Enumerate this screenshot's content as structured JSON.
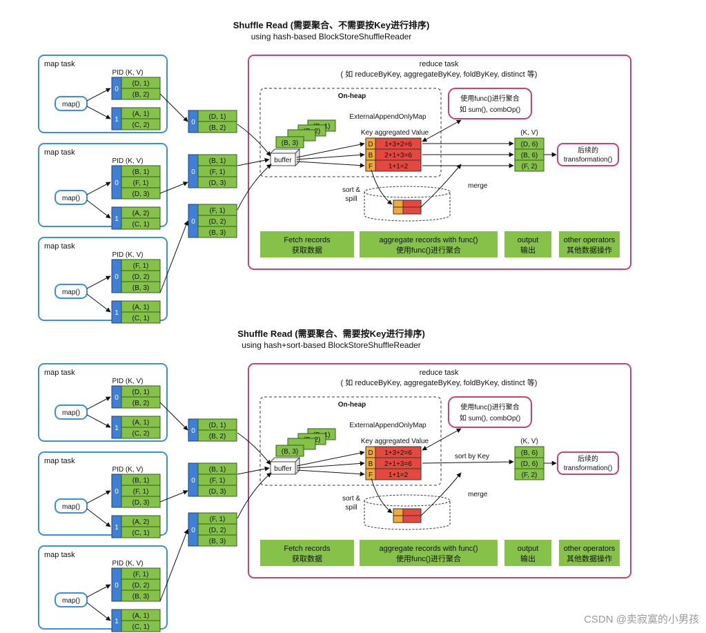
{
  "diagrams": [
    {
      "title": "Shuffle Read (需要聚合、不需要按Key进行排序)",
      "subtitle": "using hash-based BlockStoreShuffleReader",
      "map_tasks": [
        {
          "label": "map task",
          "pid_header": "PID  (K, V)",
          "map_button": "map()",
          "partitions": [
            {
              "pid": "0",
              "records": [
                "(D, 1)",
                "(B, 2)"
              ]
            },
            {
              "pid": "1",
              "records": [
                "(A, 1)",
                "(C, 2)"
              ]
            }
          ]
        },
        {
          "label": "map task",
          "pid_header": "PID  (K, V)",
          "map_button": "map()",
          "partitions": [
            {
              "pid": "0",
              "records": [
                "(B, 1)",
                "(F, 1)",
                "(D, 3)"
              ]
            },
            {
              "pid": "1",
              "records": [
                "(A, 2)",
                "(C, 1)"
              ]
            }
          ]
        },
        {
          "label": "map task",
          "pid_header": "PID  (K, V)",
          "map_button": "map()",
          "partitions": [
            {
              "pid": "0",
              "records": [
                "(F, 1)",
                "(D, 2)",
                "(B, 3)"
              ]
            },
            {
              "pid": "1",
              "records": [
                "(A, 1)",
                "(C, 1)"
              ]
            }
          ]
        }
      ],
      "fetched_blocks": [
        {
          "pid": "0",
          "records": [
            "(D, 1)",
            "(B, 2)"
          ]
        },
        {
          "pid": "0",
          "records": [
            "(B, 1)",
            "(F, 1)",
            "(D, 3)"
          ]
        },
        {
          "pid": "0",
          "records": [
            "(F, 1)",
            "(D, 2)",
            "(B, 3)"
          ]
        }
      ],
      "reduce": {
        "title": "reduce task",
        "subtitle": "( 如 reduceByKey, aggregateByKey, foldByKey, distinct 等)",
        "onheap_label": "On-heap",
        "map_label": "ExternalAppendOnlyMap",
        "kav_label": "Key aggregated Value",
        "stack_records": [
          "(D, 1)",
          "(B, 2)",
          "...",
          "(B, 3)"
        ],
        "buffer_label": "buffer",
        "agg_rows": [
          {
            "key": "D",
            "value": "1+3+2=6"
          },
          {
            "key": "B",
            "value": "2+1+3=6"
          },
          {
            "key": "F",
            "value": "1+1=2"
          }
        ],
        "func_note_1": "使用func()进行聚合",
        "func_note_2": "如 sum(), combOp()",
        "output_header": "(K, V)",
        "output_records": [
          "(D, 6)",
          "(B, 6)",
          "(F, 2)"
        ],
        "next_label_1": "后续的",
        "next_label_2": "transformation()",
        "spill_label_1": "sort &",
        "spill_label_2": "spill",
        "merge_label": "merge",
        "sort_by_key_label": "",
        "stages": [
          {
            "line1": "Fetch records",
            "line2": "获取数据"
          },
          {
            "line1": "aggregate records with func()",
            "line2": "使用func()进行聚合"
          },
          {
            "line1": "output",
            "line2": "输出"
          },
          {
            "line1": "other operators",
            "line2": "其他数据操作"
          }
        ]
      }
    },
    {
      "title": "Shuffle Read (需要聚合、需要按Key进行排序)",
      "subtitle": "using hash+sort-based BlockStoreShuffleReader",
      "map_tasks": [
        {
          "label": "map task",
          "pid_header": "PID  (K, V)",
          "map_button": "map()",
          "partitions": [
            {
              "pid": "0",
              "records": [
                "(D, 1)",
                "(B, 2)"
              ]
            },
            {
              "pid": "1",
              "records": [
                "(A, 1)",
                "(C, 2)"
              ]
            }
          ]
        },
        {
          "label": "map task",
          "pid_header": "PID  (K, V)",
          "map_button": "map()",
          "partitions": [
            {
              "pid": "0",
              "records": [
                "(B, 1)",
                "(F, 1)",
                "(D, 3)"
              ]
            },
            {
              "pid": "1",
              "records": [
                "(A, 2)",
                "(C, 1)"
              ]
            }
          ]
        },
        {
          "label": "map task",
          "pid_header": "PID  (K, V)",
          "map_button": "map()",
          "partitions": [
            {
              "pid": "0",
              "records": [
                "(F, 1)",
                "(D, 2)",
                "(B, 3)"
              ]
            },
            {
              "pid": "1",
              "records": [
                "(A, 1)",
                "(C, 1)"
              ]
            }
          ]
        }
      ],
      "fetched_blocks": [
        {
          "pid": "0",
          "records": [
            "(D, 1)",
            "(B, 2)"
          ]
        },
        {
          "pid": "0",
          "records": [
            "(B, 1)",
            "(F, 1)",
            "(D, 3)"
          ]
        },
        {
          "pid": "0",
          "records": [
            "(F, 1)",
            "(D, 2)",
            "(B, 3)"
          ]
        }
      ],
      "reduce": {
        "title": "reduce task",
        "subtitle": "( 如 reduceByKey, aggregateByKey, foldByKey, distinct 等)",
        "onheap_label": "On-heap",
        "map_label": "ExternalAppendOnlyMap",
        "kav_label": "Key aggregated Value",
        "stack_records": [
          "(D, 1)",
          "(B, 2)",
          "...",
          "(B, 3)"
        ],
        "buffer_label": "buffer",
        "agg_rows": [
          {
            "key": "D",
            "value": "1+3+2=6"
          },
          {
            "key": "B",
            "value": "2+1+3=6"
          },
          {
            "key": "F",
            "value": "1+1=2"
          }
        ],
        "func_note_1": "使用func()进行聚合",
        "func_note_2": "如 sum(), combOp()",
        "output_header": "(K, V)",
        "output_records": [
          "(B, 6)",
          "(D, 6)",
          "(F, 2)"
        ],
        "next_label_1": "后续的",
        "next_label_2": "transformation()",
        "spill_label_1": "sort &",
        "spill_label_2": "spill",
        "merge_label": "merge",
        "sort_by_key_label": "sort by Key",
        "stages": [
          {
            "line1": "Fetch records",
            "line2": "获取数据"
          },
          {
            "line1": "aggregate records with func()",
            "line2": "使用func()进行聚合"
          },
          {
            "line1": "output",
            "line2": "输出"
          },
          {
            "line1": "other operators",
            "line2": "其他数据操作"
          }
        ]
      }
    }
  ],
  "watermark": "CSDN @卖寂寞的小男孩",
  "colors": {
    "map_task_border": "#3c8fd6",
    "reduce_border": "#c7436b",
    "pid_blue": "#3f7fd6",
    "record_green": "#86c24a",
    "agg_red": "#e4483f",
    "agg_key_orange": "#f2a93b",
    "stage_green": "#86c24a"
  }
}
